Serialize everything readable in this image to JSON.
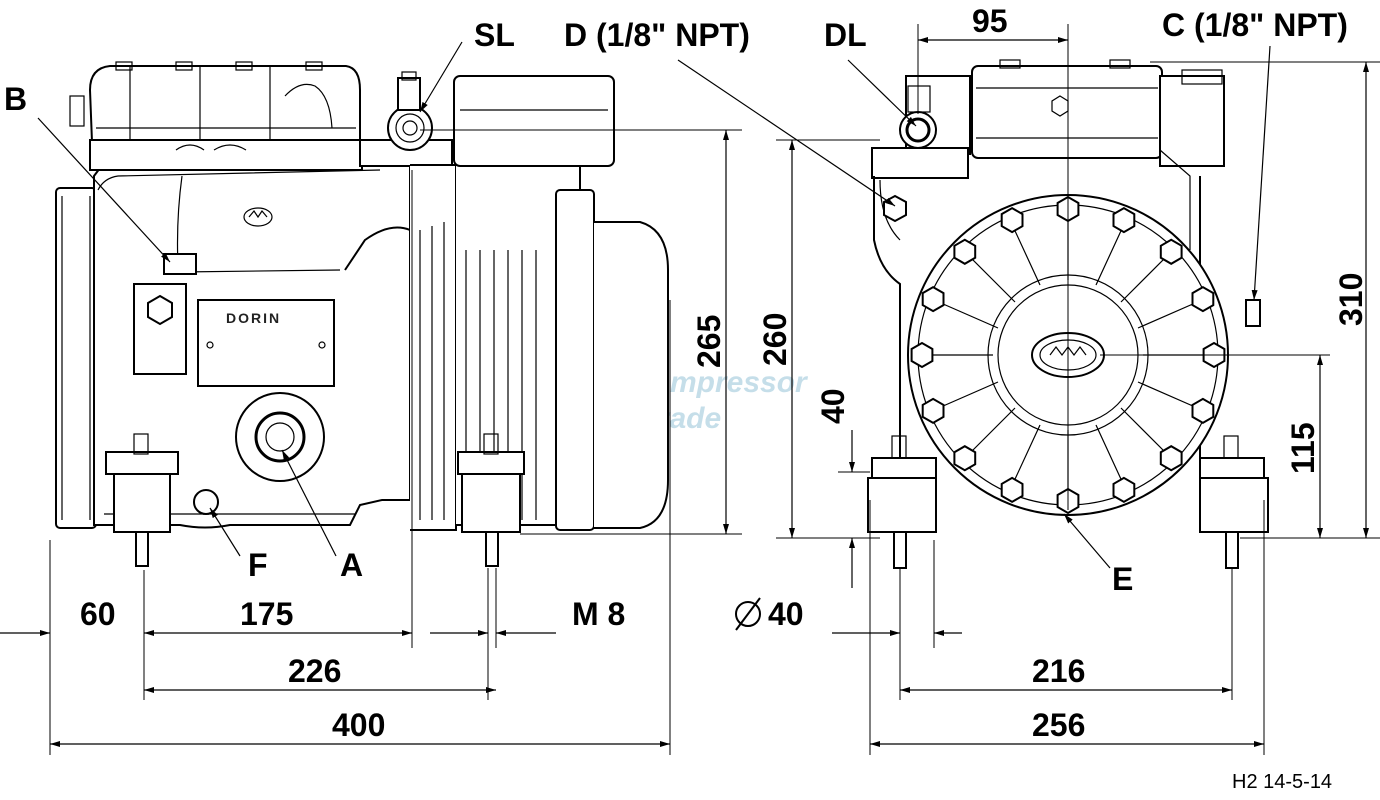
{
  "callouts": {
    "b": "B",
    "sl": "SL",
    "d": "D (1/8\" NPT)",
    "dl": "DL",
    "c": "C (1/8\" NPT)",
    "f": "F",
    "a": "A",
    "e": "E"
  },
  "dimensions": {
    "w60": "60",
    "w175": "175",
    "m8": "M 8",
    "w226": "226",
    "w400": "400",
    "h265": "265",
    "h260": "260",
    "h40": "40",
    "dia40": "40",
    "w95": "95",
    "h310": "310",
    "h115": "115",
    "w216": "216",
    "w256": "256"
  },
  "brand": {
    "nameplate": "DORIN"
  },
  "watermark": {
    "line1": "Compressor",
    "line2": "Trade"
  },
  "drawing_code": "H2  14-5-14"
}
